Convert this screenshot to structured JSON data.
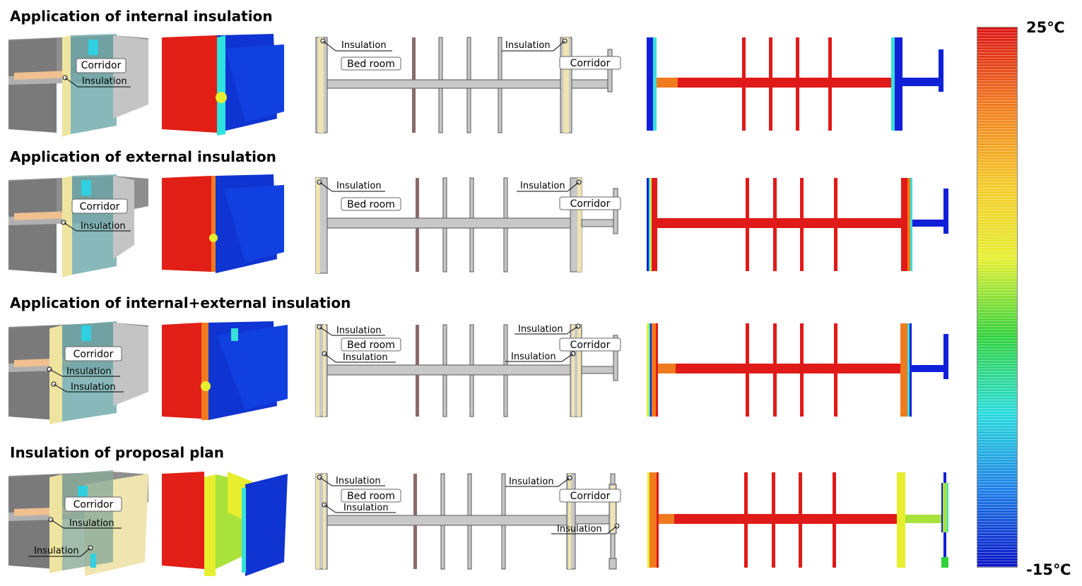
{
  "rows": [
    {
      "title": "Application of internal insulation",
      "iso_labels": [
        "Corridor",
        "Insulation"
      ],
      "sec_labels": [
        "Insulation",
        "Bed room",
        "Insulation",
        "Corridor"
      ]
    },
    {
      "title": "Application of external insulation",
      "iso_labels": [
        "Corridor",
        "Insulation"
      ],
      "sec_labels": [
        "Insulation",
        "Bed room",
        "Insulation",
        "Corridor"
      ]
    },
    {
      "title": "Application of internal+external insulation",
      "iso_labels": [
        "Corridor",
        "Insulation",
        "Insulation"
      ],
      "sec_labels": [
        "Insulation",
        "Bed room",
        "Insulation",
        "Insulation",
        "Corridor",
        "Insulation"
      ]
    },
    {
      "title": "Insulation of proposal plan",
      "iso_labels": [
        "Corridor",
        "Insulation",
        "Insulation"
      ],
      "sec_labels": [
        "Insulation",
        "Bed room",
        "Insulation",
        "Insulation",
        "Corridor",
        "Insulation"
      ]
    }
  ],
  "scale": {
    "max_label": "25℃",
    "min_label": "-15℃",
    "colors": [
      "#dc1414",
      "#f07a1e",
      "#f5c828",
      "#e6ef2e",
      "#32d23a",
      "#28dcdc",
      "#1e7fe6",
      "#0a14c8"
    ]
  }
}
